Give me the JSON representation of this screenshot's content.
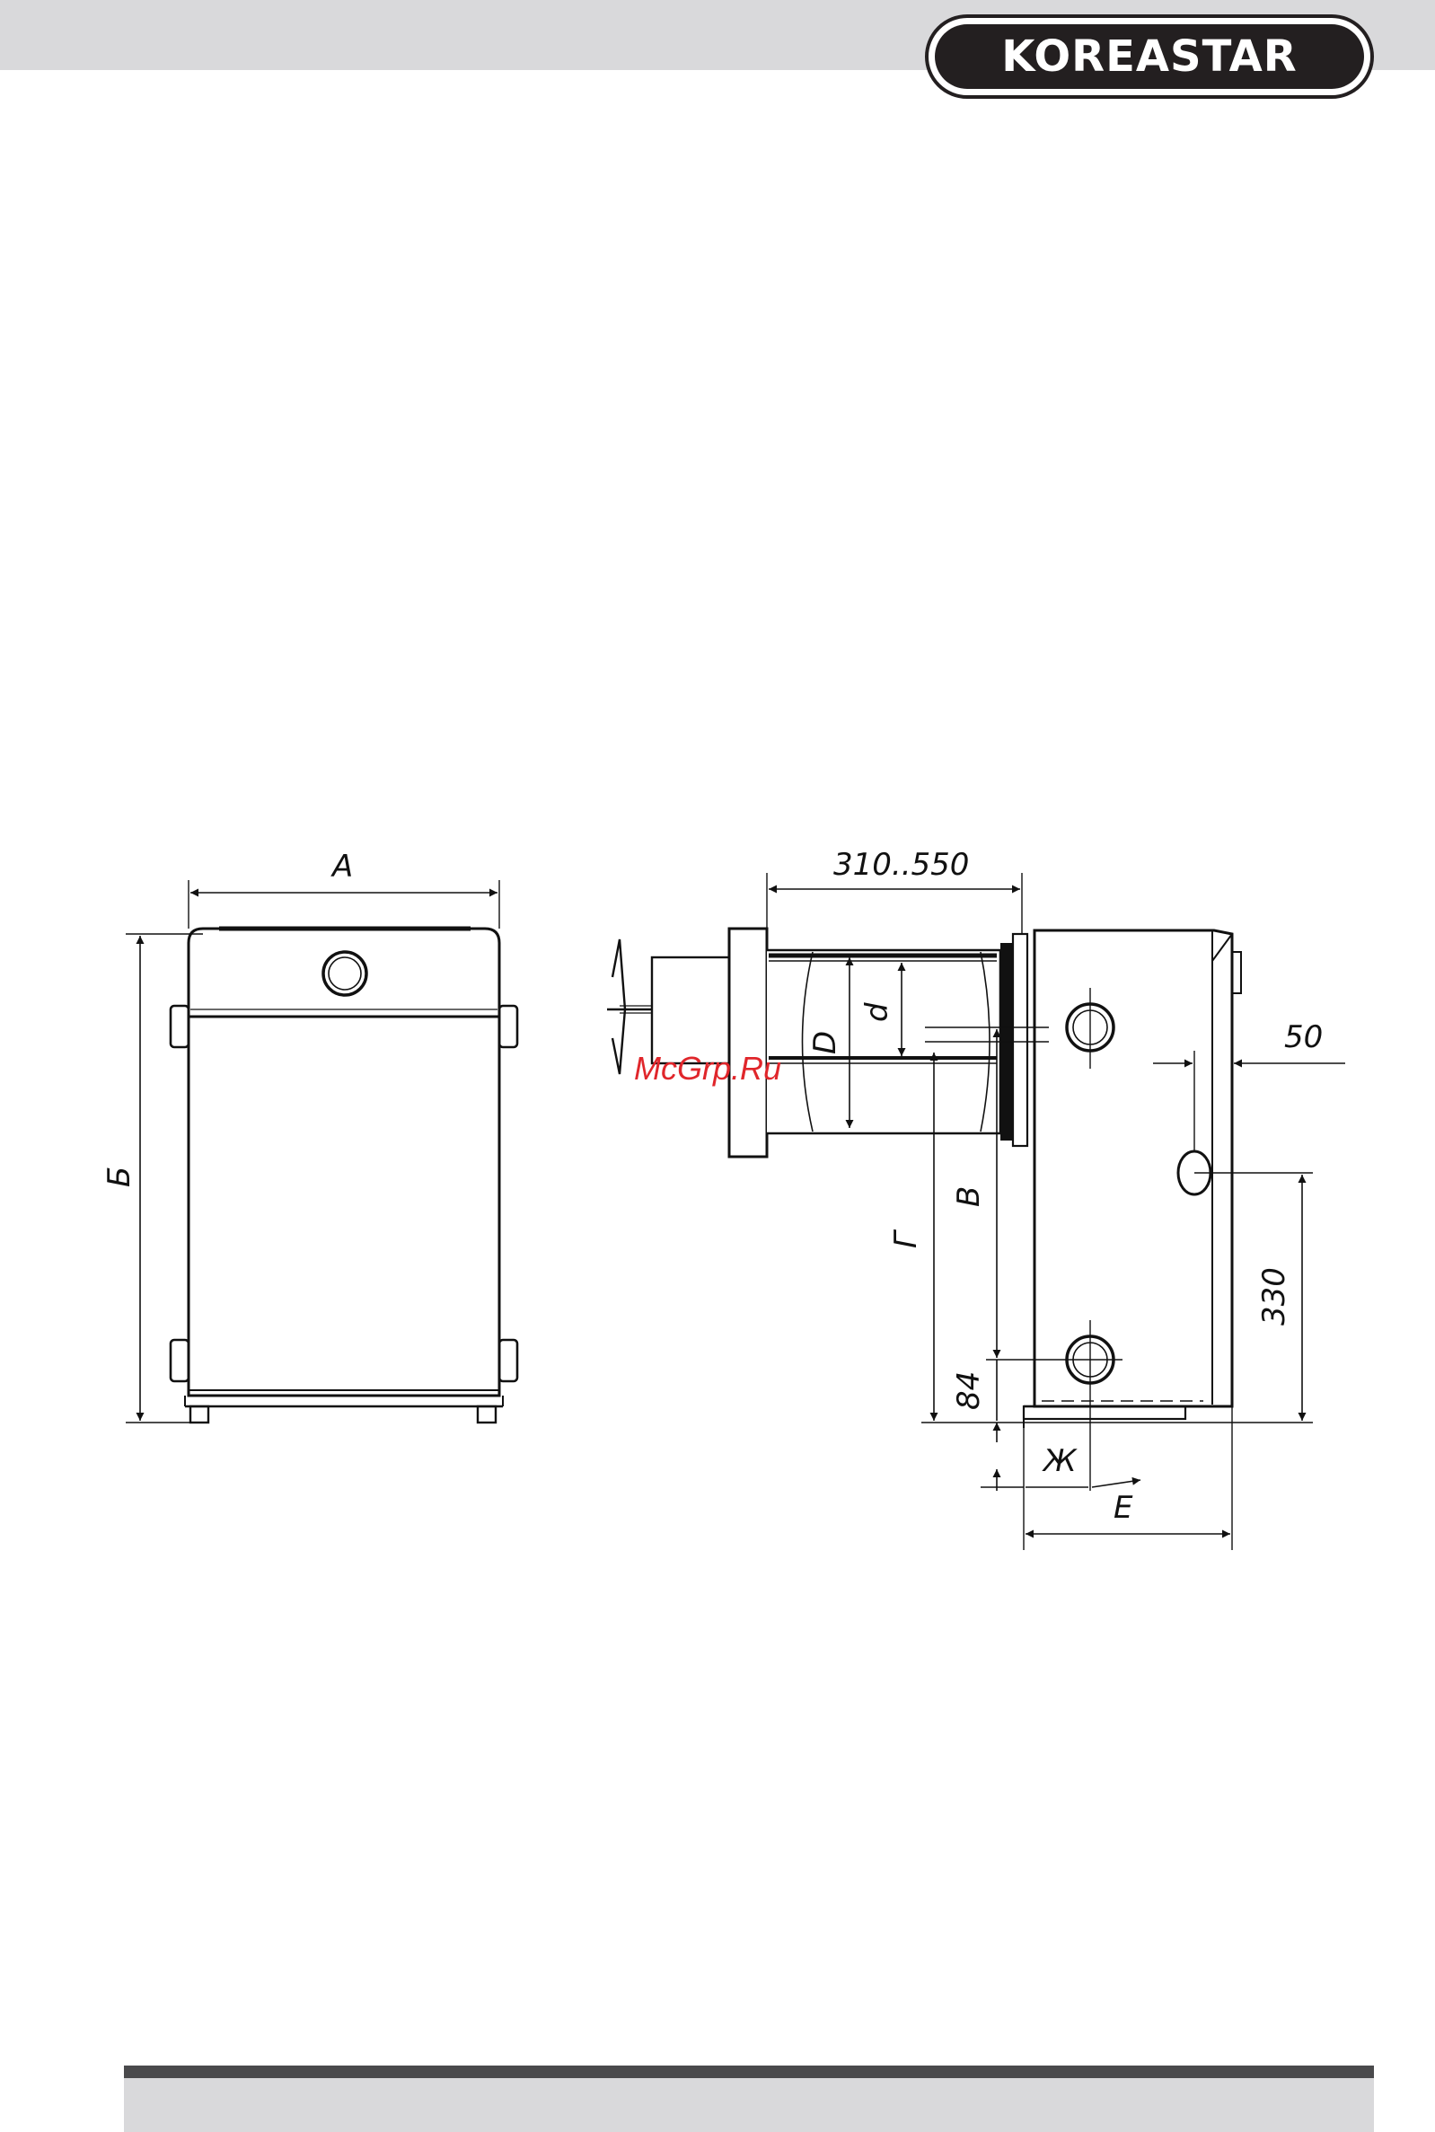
{
  "header": {
    "logo_text": "KOREASTAR",
    "band_color": "#d9d9db",
    "logo_color": "#231f20"
  },
  "drawing": {
    "front_view": {
      "width_label": "А",
      "height_label": "Б"
    },
    "side_view": {
      "chimney_length_label": "310..550",
      "outer_diameter_label": "D",
      "inner_diameter_label": "d",
      "connection_height_label": "В",
      "chimney_height_label": "Г",
      "base_offset_label": "84",
      "top_offset_label": "50",
      "pipe_spacing_label": "330",
      "foot_offset_label": "Ж",
      "pipe_depth_label": "Е"
    }
  },
  "watermark": {
    "text": "McGrp.Ru",
    "color": "#e0262b"
  },
  "footer": {
    "rule_color": "#4a4a4c"
  }
}
